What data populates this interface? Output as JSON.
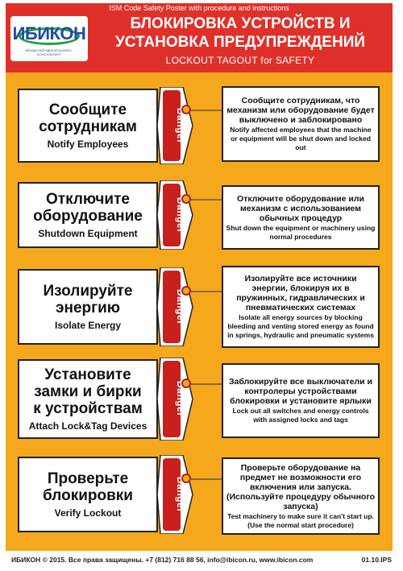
{
  "header": {
    "top_note": "ISM Code Safety Poster with procedure and instructions",
    "logo_text": "ИБИКОН",
    "logo_sub": "МЕЖДУНАРОДНЫЙ БИЗНЕС-КОНСУЛЬТАНТ",
    "title_line1": "БЛОКИРОВКА УСТРОЙСТВ И",
    "title_line2": "УСТАНОВКА ПРЕДУПРЕЖДЕНИЙ",
    "subtitle": "LOCKOUT TAGOUT for SAFETY"
  },
  "tag_label": "Danger",
  "steps": [
    {
      "ru_lines": [
        "Сообщите",
        "сотрудникам"
      ],
      "en": "Notify Employees",
      "desc_ru": "Сообщите сотрудникам, что механизм или оборудование будет выключено и заблокировано",
      "desc_en": "Notify affected employees that the machine or equipment will be shut down and locked out"
    },
    {
      "ru_lines": [
        "Отключите",
        "оборудование"
      ],
      "en": "Shutdown Equipment",
      "desc_ru": "Отключите оборудование или механизм с использованием обычных процедур",
      "desc_en": "Shut down the equipment or machinery using normal procedures"
    },
    {
      "ru_lines": [
        "Изолируйте",
        "энергию"
      ],
      "en": "Isolate Energy",
      "desc_ru": "Изолируйте все источники энергии, блокируя их в пружинных, гидравлических и пневматических системах",
      "desc_en": "Isolate all energy sources by blocking bleeding and venting stored energy as found in springs, hydraulic and pneumatic systems"
    },
    {
      "ru_lines": [
        "Установите",
        "замки и бирки",
        "к устройствам"
      ],
      "en": "Attach Lock&Tag Devices",
      "desc_ru": "Заблокируйте все выключатели и контролеры устройствами блокировки и установите ярлыки",
      "desc_en": "Lock out all switches and energy controls with assigned locks and tags"
    },
    {
      "ru_lines": [
        "Проверьте",
        "блокировки"
      ],
      "en": "Verify Lockout",
      "desc_ru": "Проверьте оборудование на предмет не возможности его включения или запуска. (Используйте процедуру обычного запуска)",
      "desc_en": "Test machinery to make sure it can't start up. (Use the normal start procedure)"
    }
  ],
  "footer": {
    "copyright": "ИБИКОН © 2015. Все права защищены. +7 (812) 716 88 56, info@ibicon.ru, www.ibicon.com",
    "code": "01.10.IPS"
  },
  "colors": {
    "header_red": "#e0302a",
    "background_orange": "#f5a81c",
    "tag_red": "#c8201c"
  }
}
